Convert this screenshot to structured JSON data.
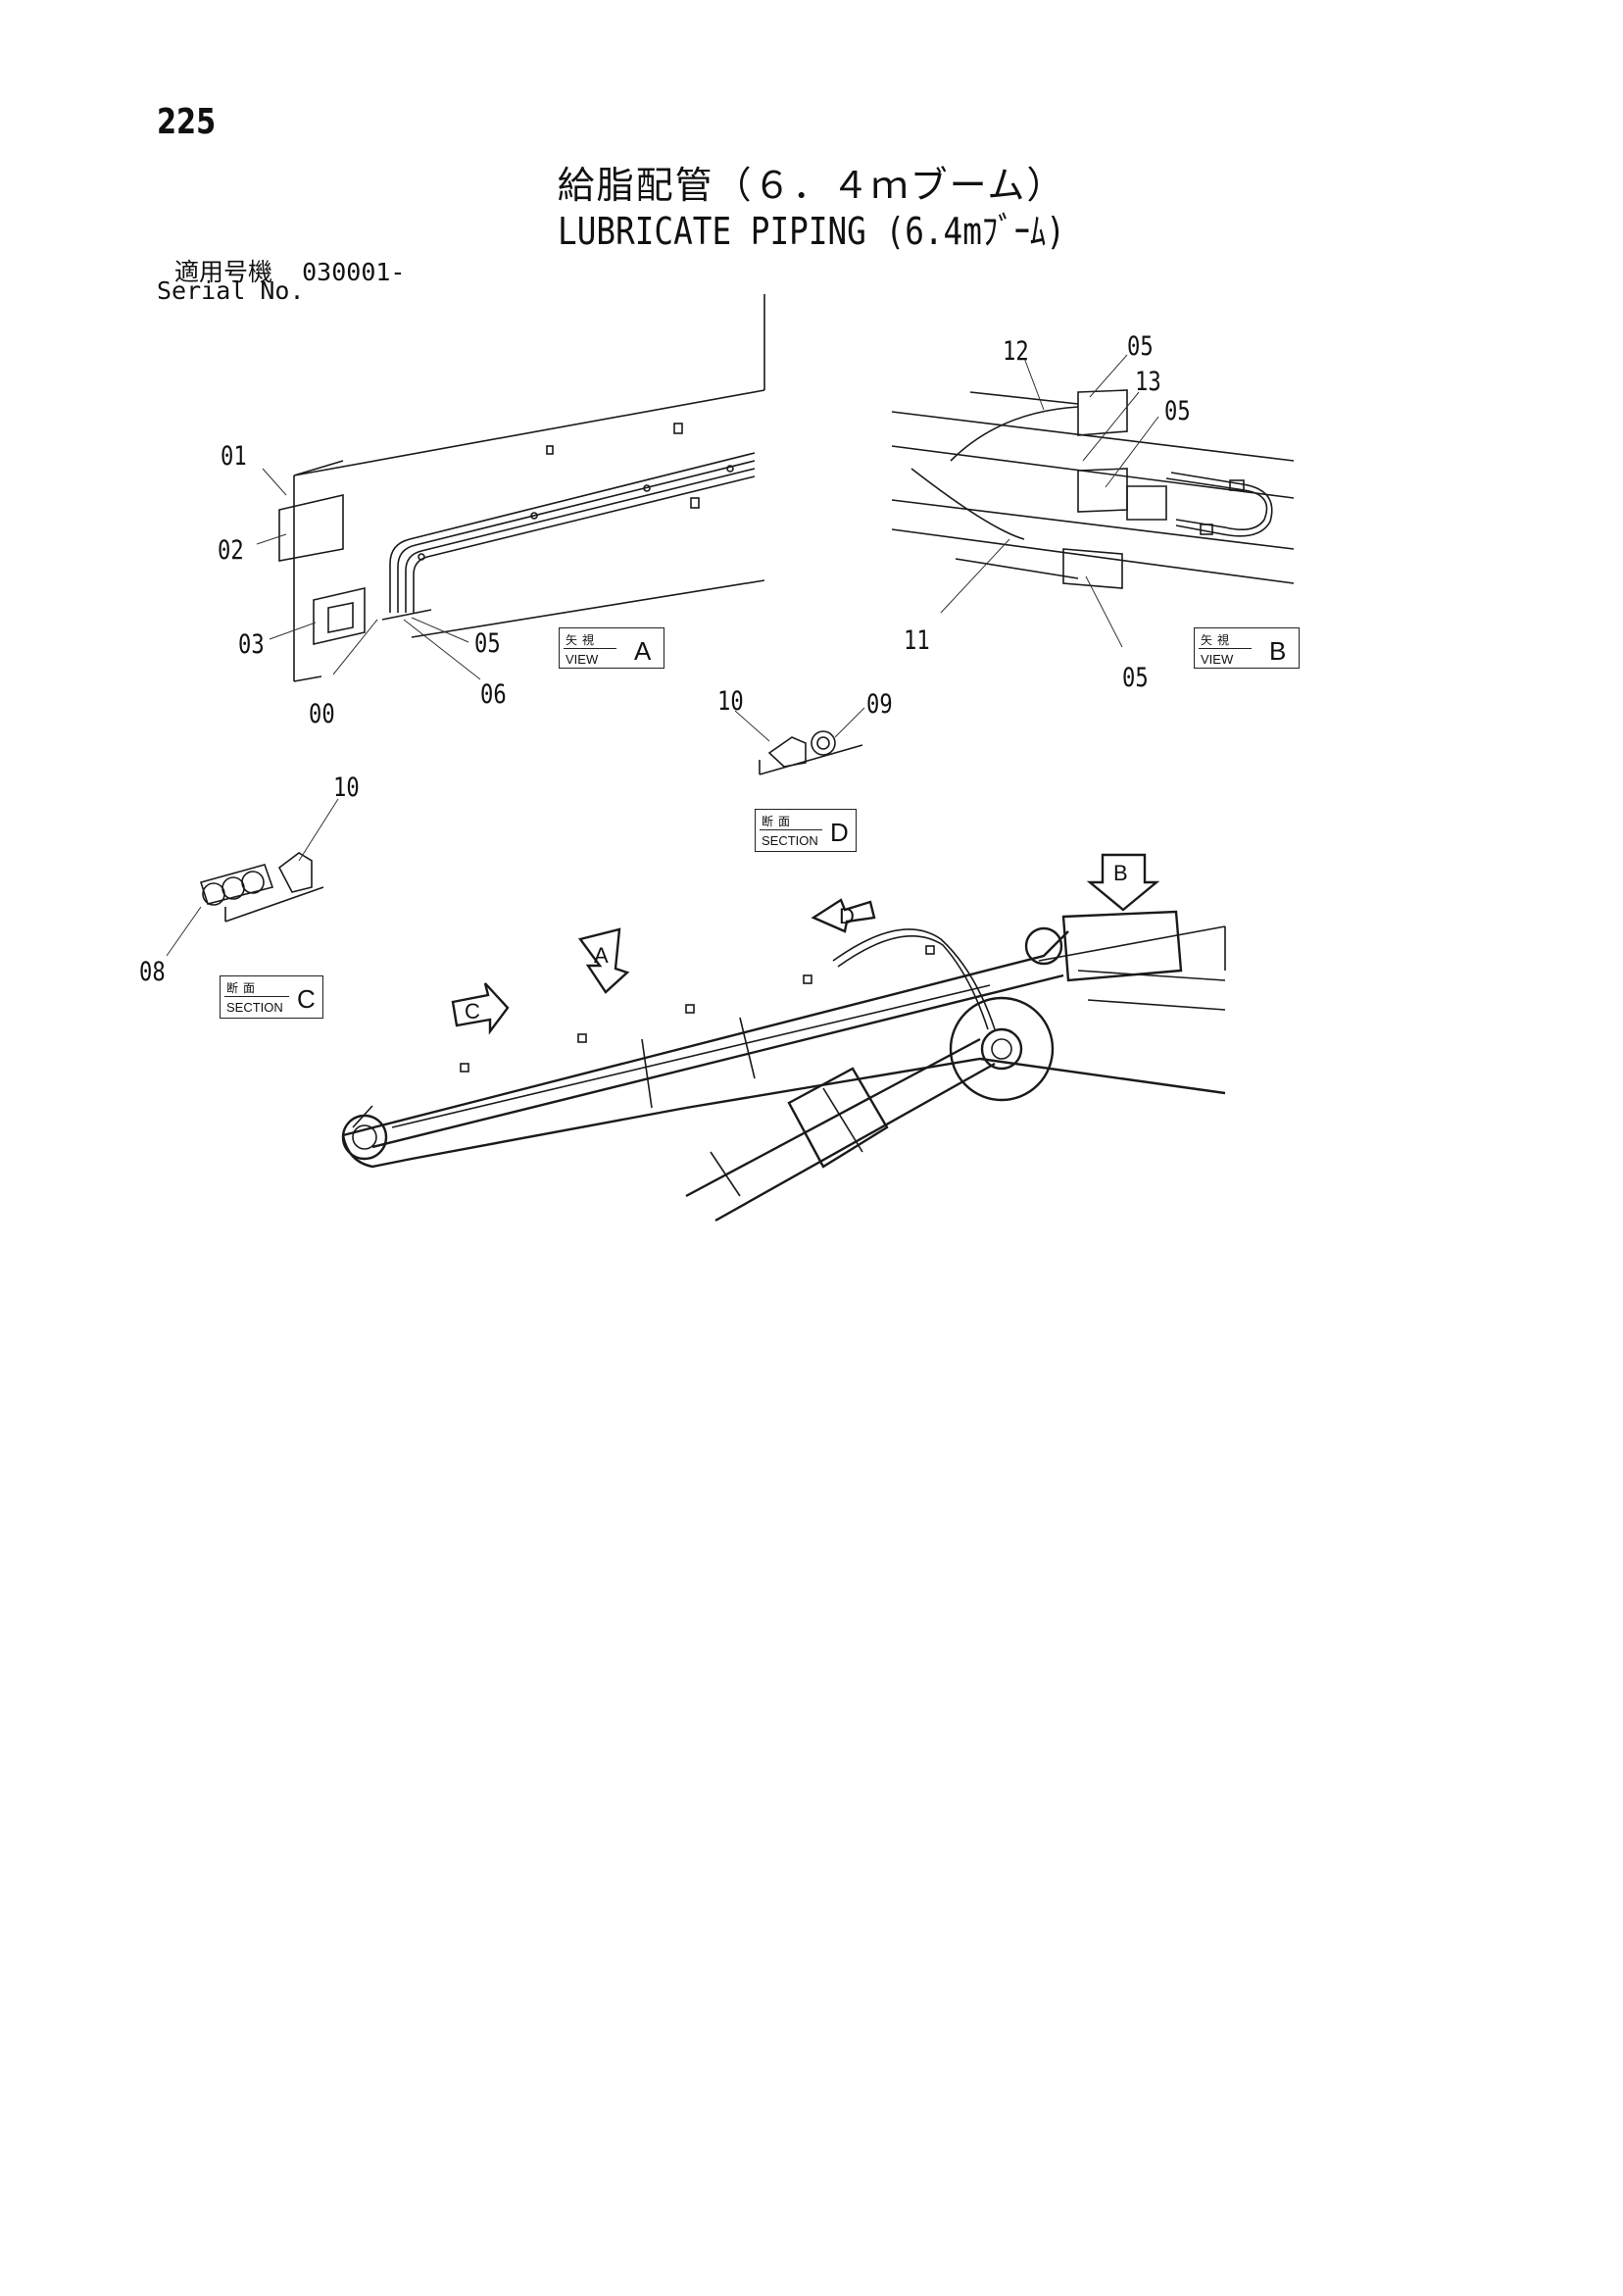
{
  "page": {
    "number": "225",
    "title_jp": "給脂配管（６．４ｍブーム）",
    "title_en": "LUBRICATE PIPING (6.4mﾌﾞｰﾑ)",
    "serial_jp_label": "適用号機",
    "serial_value": "030001-",
    "serial_en_label": "Serial No."
  },
  "callouts": {
    "view_a": [
      "01",
      "02",
      "03",
      "00",
      "05",
      "06"
    ],
    "view_b": [
      "12",
      "05",
      "13",
      "05",
      "11",
      "05"
    ],
    "section_d": [
      "10",
      "09"
    ],
    "section_c": [
      "10",
      "08"
    ]
  },
  "view_labels": {
    "view_a": {
      "jp": "矢視",
      "en": "VIEW",
      "letter": "A"
    },
    "view_b": {
      "jp": "矢視",
      "en": "VIEW",
      "letter": "B"
    },
    "section_d": {
      "jp": "断面",
      "en": "SECTION",
      "letter": "D"
    },
    "section_c": {
      "jp": "断面",
      "en": "SECTION",
      "letter": "C"
    }
  },
  "arrow_markers": [
    "A",
    "B",
    "C",
    "D"
  ]
}
